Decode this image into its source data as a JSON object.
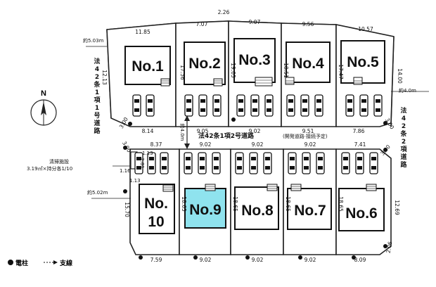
{
  "roads": {
    "top_left_width": "約5.03m",
    "left_vertical": "法42条1項1号道路",
    "center": "法42条1項2号道路",
    "center_note": "(開発道路·接続予定)",
    "center_width": "約4.0m",
    "right_vertical": "法42条2項道路",
    "right_width": "約4.0m",
    "lower_left_width": "約5.02m"
  },
  "facility": {
    "name": "清掃施設",
    "detail": "3.19㎡×持分各1/10"
  },
  "legend": {
    "pole": "電柱",
    "branch": "支線"
  },
  "north": "N",
  "lots_top": [
    {
      "label": "No.1",
      "front": "8.14",
      "back": "11.85"
    },
    {
      "label": "No.2",
      "front": "9.05",
      "back": "7.07",
      "side": "17.36"
    },
    {
      "label": "No.3",
      "front": "9.02",
      "back": "9.07",
      "side": "19.05"
    },
    {
      "label": "No.4",
      "front": "9.51",
      "back": "9.56",
      "side": "18.51"
    },
    {
      "label": "No.5",
      "front": "7.86",
      "back": "10.57",
      "side": "17.47"
    }
  ],
  "lots_bottom": [
    {
      "label_line1": "No.",
      "label_line2": "10",
      "front": "8.37",
      "back": "7.59"
    },
    {
      "label": "No.9",
      "front": "9.02",
      "back": "9.02",
      "side": "18.65"
    },
    {
      "label": "No.8",
      "front": "9.02",
      "back": "9.02",
      "side": "18.65"
    },
    {
      "label": "No.7",
      "front": "9.02",
      "back": "9.02",
      "side": "18.65"
    },
    {
      "label": "No.6",
      "front": "7.41",
      "back": "8.09",
      "side": "18.65"
    }
  ],
  "dims": {
    "top_small": "2.26",
    "left_side_top": "12.13",
    "right_side_top": "14.00",
    "corner_tl": "3.00",
    "corner_tr": "3.00",
    "corner_bl": "3.00",
    "corner_br": "3.00",
    "fac_1": "1.13",
    "fac_2": "2.81",
    "fac_3": "1.16",
    "fac_4": "1.13",
    "left_side_bottom": "15.70",
    "right_side_bottom": "12.69",
    "bottom_corner": "2.06"
  },
  "colors": {
    "highlight": "#8fe3ee",
    "line": "#222222"
  }
}
